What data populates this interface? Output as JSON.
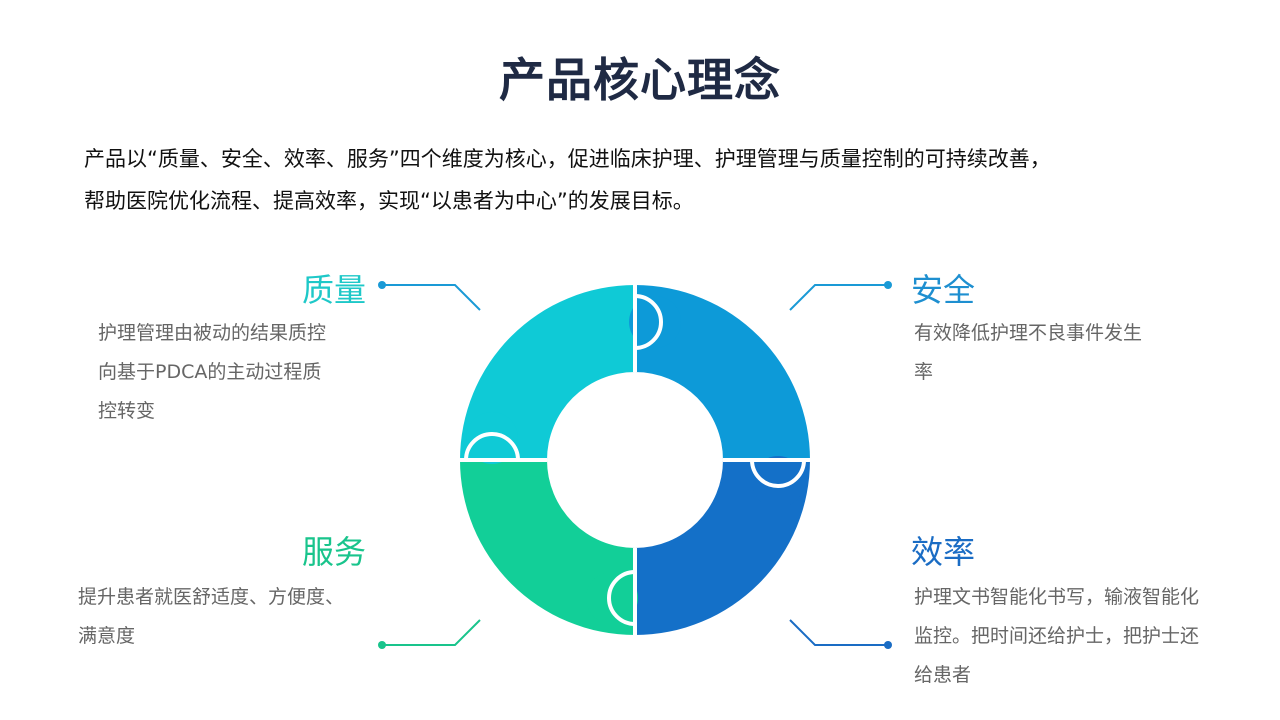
{
  "title": "产品核心理念",
  "intro": {
    "line1": "产品以“质量、安全、效率、服务”四个维度为核心，促进临床护理、护理管理与质量控制的可持续改善，",
    "line2": "帮助医院优化流程、提高效率，实现“以患者为中心”的发展目标。"
  },
  "quadrants": {
    "quality": {
      "title": "质量",
      "desc": [
        "护理管理由被动的结果质控",
        "向基于PDCA的主动过程质",
        "控转变"
      ],
      "color": "#0fcad6"
    },
    "safety": {
      "title": "安全",
      "desc": [
        "有效降低护理不良事件发生",
        "率"
      ],
      "color": "#0d9ad8"
    },
    "service": {
      "title": "服务",
      "desc": [
        "提升患者就医舒适度、方便度、",
        "满意度"
      ],
      "color": "#12cf98"
    },
    "efficiency": {
      "title": "效率",
      "desc": [
        "护理文书智能化书写，输液智能化",
        "监控。把时间还给护士，把护士还",
        "给患者"
      ],
      "color": "#1470c8"
    }
  }
}
